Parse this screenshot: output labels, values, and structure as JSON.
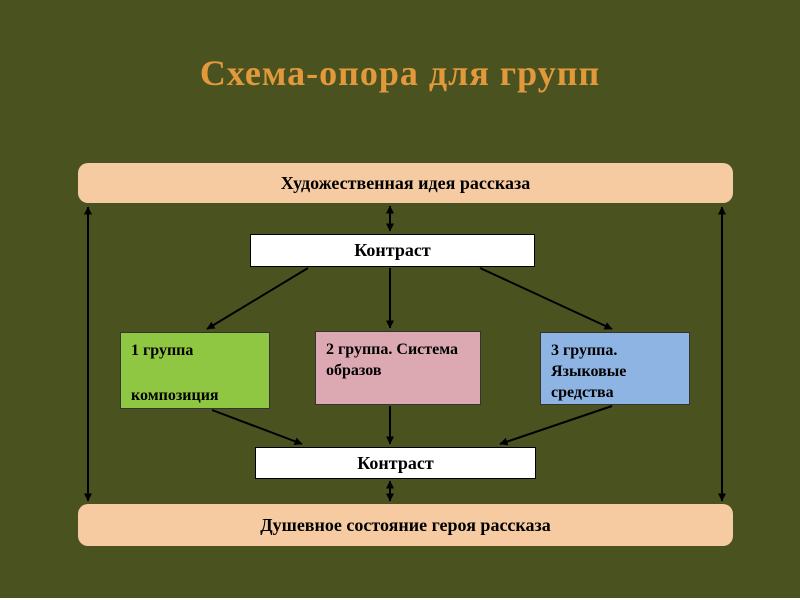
{
  "slide": {
    "title": "Схема-опора для групп",
    "background": "#4A5320",
    "title_color": "#E2993B"
  },
  "diagram": {
    "top_box": {
      "text": "Художественная идея рассказа",
      "color": "#F6CBA2"
    },
    "contrast_top": {
      "text": "Контраст",
      "color": "#FFFFFF"
    },
    "groups": [
      {
        "lines": [
          "1 группа",
          "композиция"
        ],
        "color": "#8FC742"
      },
      {
        "lines": [
          "2 группа.  Система",
          "образов"
        ],
        "color": "#DCA9B2"
      },
      {
        "lines": [
          "3 группа.",
          "Языковые",
          "средства"
        ],
        "color": "#8EB4E3"
      }
    ],
    "contrast_bottom": {
      "text": "Контраст",
      "color": "#FFFFFF"
    },
    "bottom_box": {
      "text": "Душевное состояние героя рассказа",
      "color": "#F6CBA2"
    },
    "arrow_color": "#000000"
  }
}
